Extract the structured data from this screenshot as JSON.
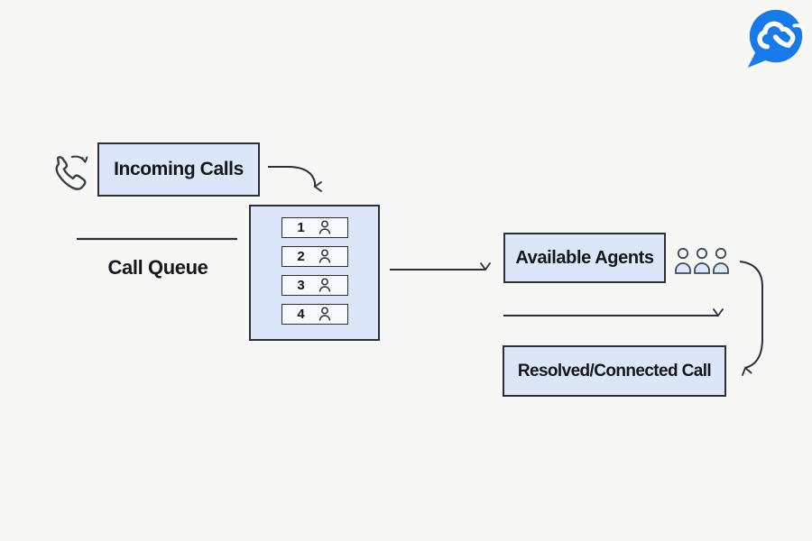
{
  "page": {
    "background": "#f7f7f5"
  },
  "logo": {
    "icon": "cloudtalk-speech-bubble-logo",
    "color": "#1879e9"
  },
  "icons": {
    "phone": "ringing-phone-icon",
    "queue_person": "person-icon",
    "agents_group": "three-agents-icon"
  },
  "colors": {
    "box_fill": "#dbe7f8",
    "slot_fill": "#f6f9fe",
    "box_border": "#2b3038",
    "line": "#2b3038",
    "logo_blue": "#1879e9"
  },
  "diagram": {
    "incoming": {
      "label": "Incoming Calls"
    },
    "queue": {
      "label": "Call Queue",
      "slots": [
        {
          "number": "1"
        },
        {
          "number": "2"
        },
        {
          "number": "3"
        },
        {
          "number": "4"
        }
      ]
    },
    "agents": {
      "label": "Available Agents"
    },
    "resolved": {
      "label": "Resolved/Connected Call"
    }
  }
}
